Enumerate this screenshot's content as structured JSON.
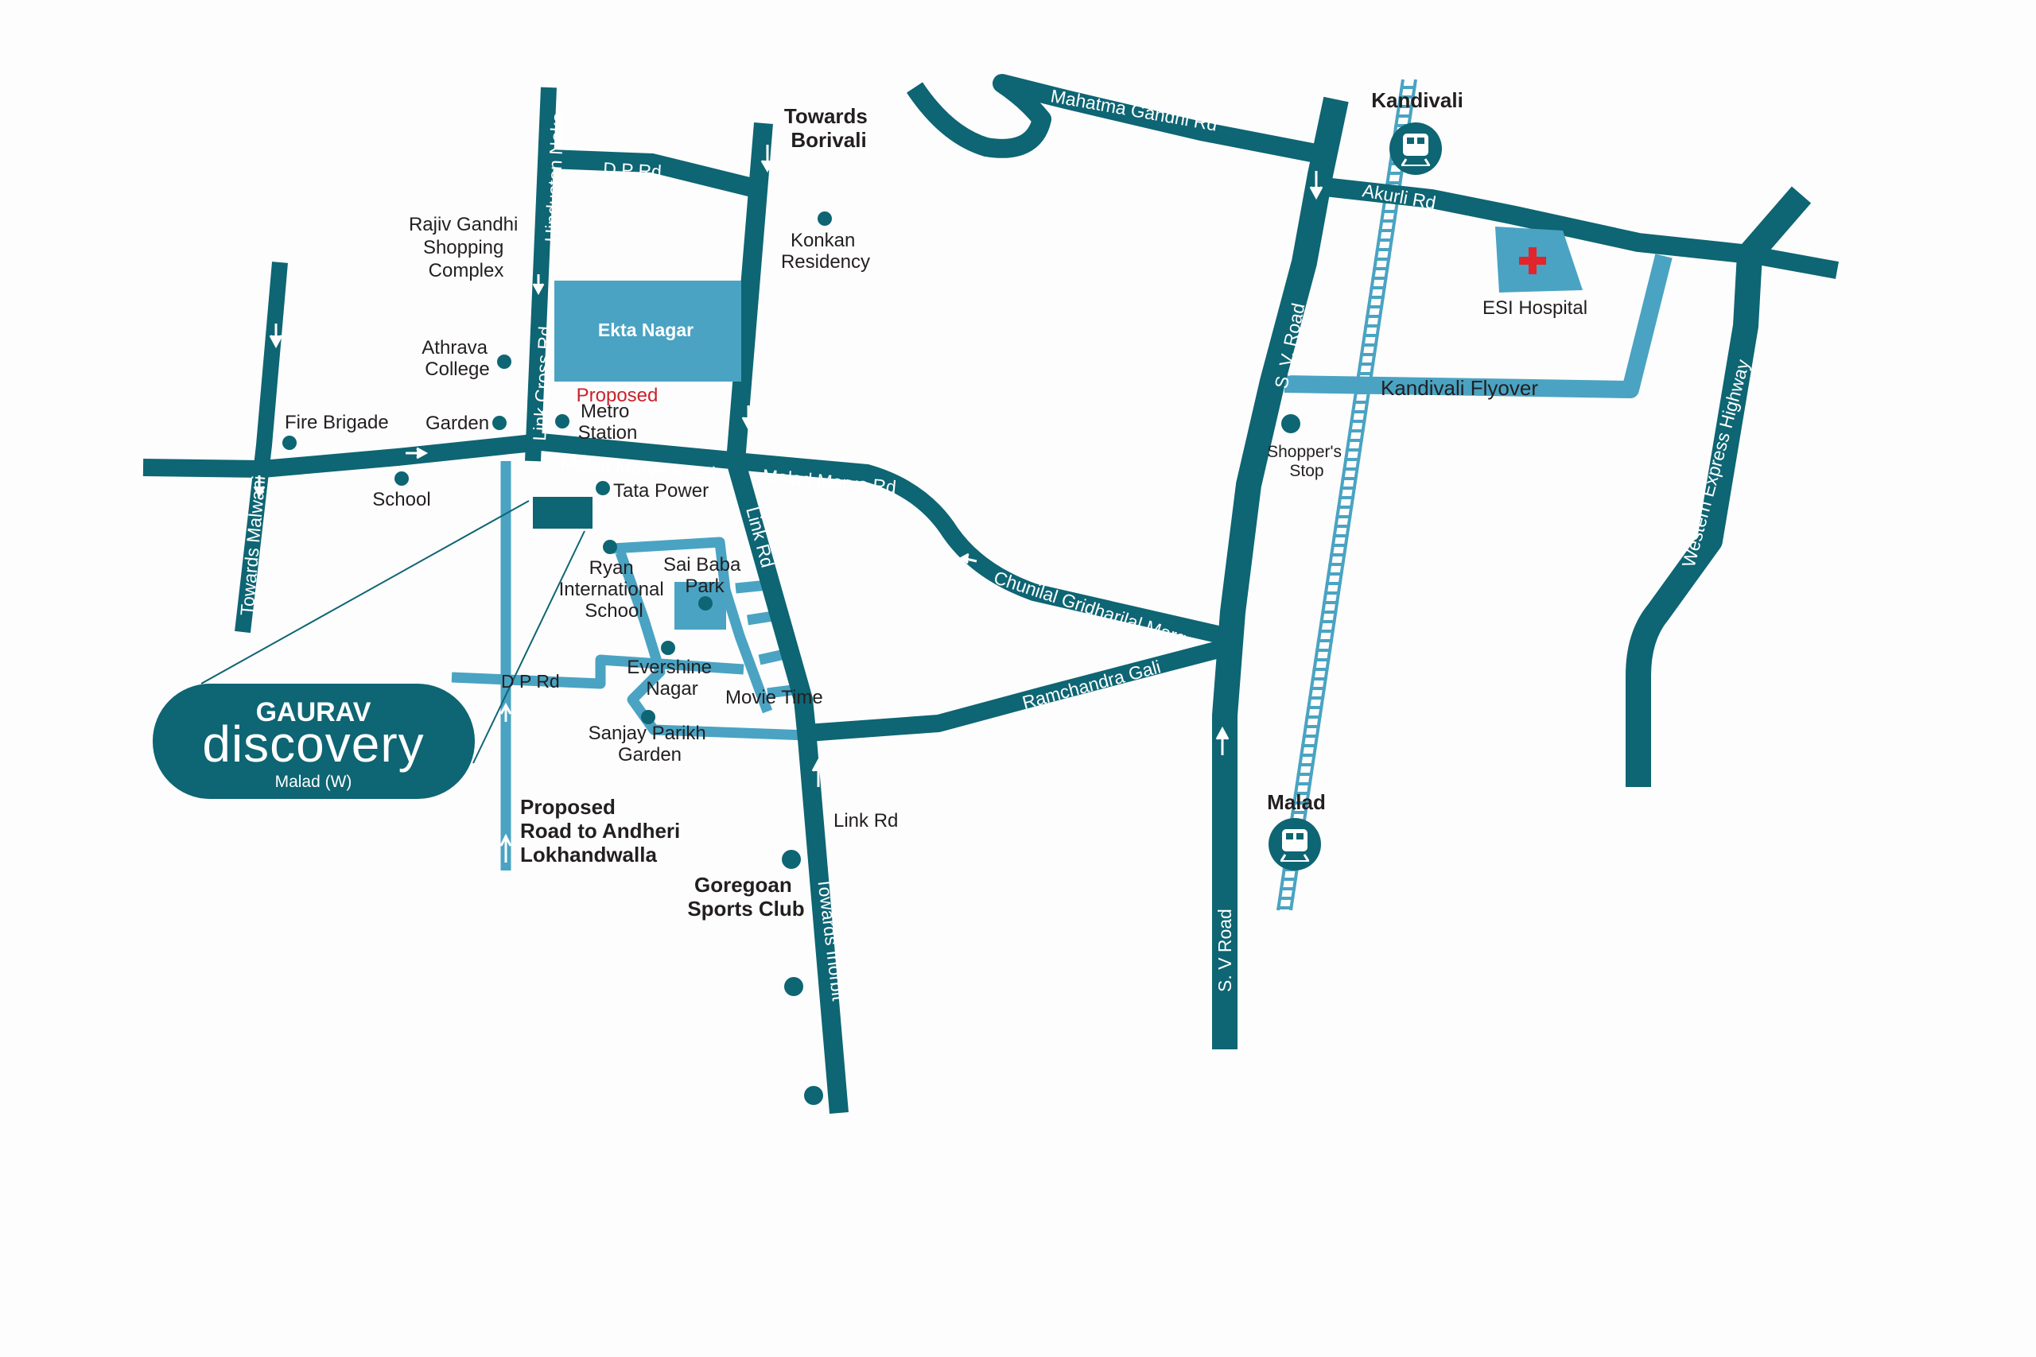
{
  "colors": {
    "road_dark": "#0e6573",
    "road_light": "#4aa3c2",
    "block_fill": "#4aa3c2",
    "proposed_text": "#c8232c",
    "hospital_cross": "#e1252b",
    "background": "#fdfdfd"
  },
  "brand": {
    "name": "GAURAV",
    "product": "discovery",
    "location": "Malad (W)"
  },
  "roads": {
    "dp_rd_top": "D P Rd",
    "hindustan_naka": "Hindustan Naka",
    "link_cross_rd": "Link Cross Rd",
    "malad_marve_road": "Malad Marve Road",
    "malad_marve_rd": "Malad Marve Rd",
    "link_rd_vertical": "Link Rd",
    "link_rd_south": "Link Rd",
    "towards_inorbit": "Towards Inorbit",
    "towards_malwani": "Towards Malwani",
    "dp_rd_small": "D P Rd",
    "chunilal": "Chunilal Gridharilal Marg",
    "ramchandra": "Ramchandra Gali",
    "mahatma_gandhi": "Mahatma Gandhi Rd",
    "akurli": "Akurli Rd",
    "sv_road_north": "S. V. Road",
    "sv_road_south": "S. V Road",
    "kandivali_flyover": "Kandivali Flyover",
    "western_express": "Western Express Highway"
  },
  "landmarks": {
    "towards_borivali": [
      "Towards",
      "Borivali"
    ],
    "konkan": [
      "Konkan",
      "Residency"
    ],
    "rajiv_gandhi": [
      "Rajiv Gandhi",
      "Shopping",
      "Complex"
    ],
    "ekta_nagar": "Ekta Nagar",
    "athrava": [
      "Athrava",
      "College"
    ],
    "proposed": "Proposed",
    "metro": [
      "Metro",
      "Station"
    ],
    "fire_brigade": "Fire Brigade",
    "garden": "Garden",
    "school": "School",
    "tata_power": "Tata Power",
    "ryan": [
      "Ryan",
      "International",
      "School"
    ],
    "sai_baba": [
      "Sai Baba",
      "Park"
    ],
    "evershine": [
      "Evershine",
      "Nagar"
    ],
    "movie_time": "Movie Time",
    "sanjay_parikh": [
      "Sanjay Parikh",
      "Garden"
    ],
    "proposed_road": [
      "Proposed",
      "Road to Andheri",
      "Lokhandwalla"
    ],
    "goregaon": [
      "Goregoan",
      "Sports Club"
    ],
    "kandivali": "Kandivali",
    "malad": "Malad",
    "esi_hospital": "ESI Hospital",
    "shoppers_stop": [
      "Shopper's",
      "Stop"
    ]
  },
  "icons": {
    "station": "train-icon",
    "hospital": "red-cross-icon",
    "direction": "arrow-icon",
    "landmark": "dot-marker-icon"
  }
}
